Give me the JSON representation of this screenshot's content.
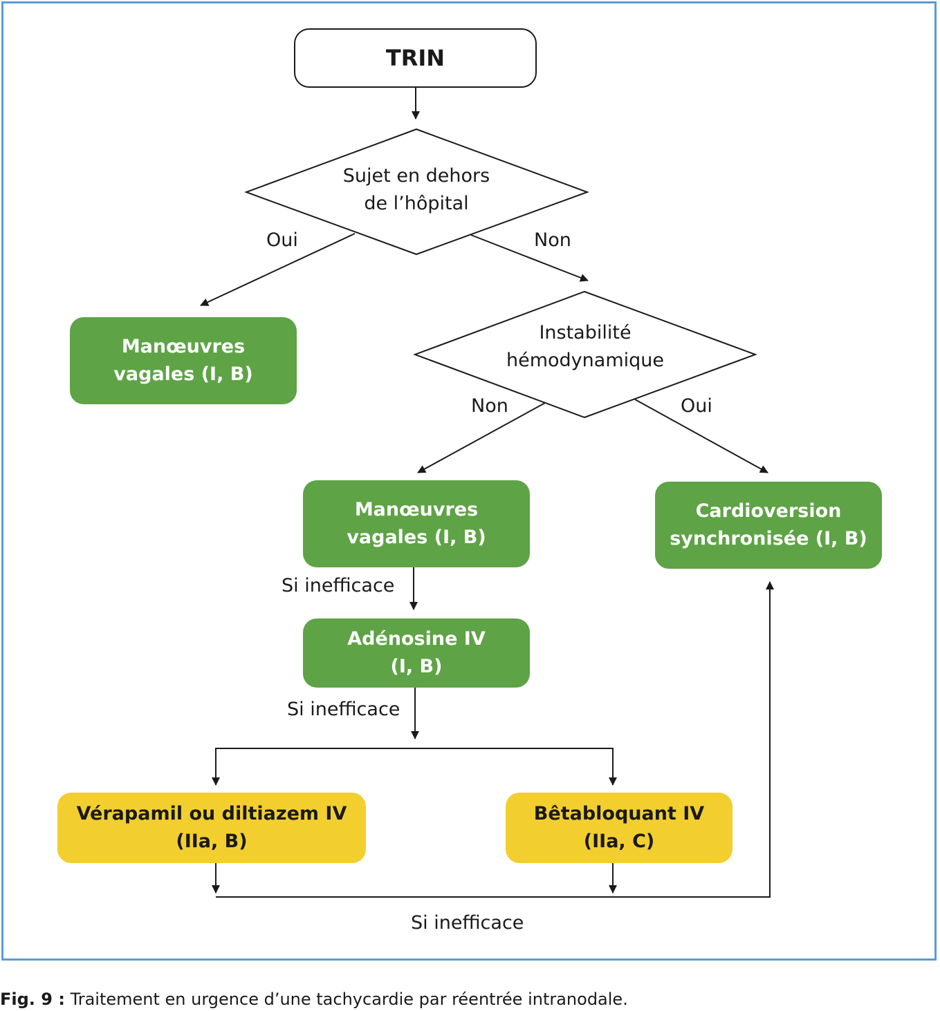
{
  "start": {
    "label": "TRIN"
  },
  "decision1": {
    "line1": "Sujet en dehors",
    "line2": "de l’hôpital",
    "yes": "Oui",
    "no": "Non"
  },
  "box_vagal_outside": {
    "line1": "Manœuvres",
    "line2": "vagales (I, B)"
  },
  "decision2": {
    "line1": "Instabilité",
    "line2": "hémodynamique",
    "no": "Non",
    "yes": "Oui"
  },
  "box_vagal_hospital": {
    "line1": "Manœuvres",
    "line2": "vagales (I, B)"
  },
  "box_cardioversion": {
    "line1": "Cardioversion",
    "line2": "synchronisée (I, B)"
  },
  "box_adenosine": {
    "line1": "Adénosine IV",
    "line2": "(I, B)"
  },
  "box_verapamil": {
    "line1": "Vérapamil ou diltiazem IV",
    "line2": "(IIa, B)"
  },
  "box_betablocker": {
    "line1": "Bêtabloquant IV",
    "line2": "(IIa, C)"
  },
  "labels": {
    "if_ineffective_1": "Si inefficace",
    "if_ineffective_2": "Si inefficace",
    "if_ineffective_3": "Si inefficace"
  },
  "caption": {
    "prefix": "Fig. 9 :",
    "text": "Traitement en urgence d’une tachycardie par réentrée intranodale."
  },
  "colors": {
    "green": "#5ea345",
    "yellow": "#f2cf2f",
    "frame": "#5b9bd5"
  }
}
